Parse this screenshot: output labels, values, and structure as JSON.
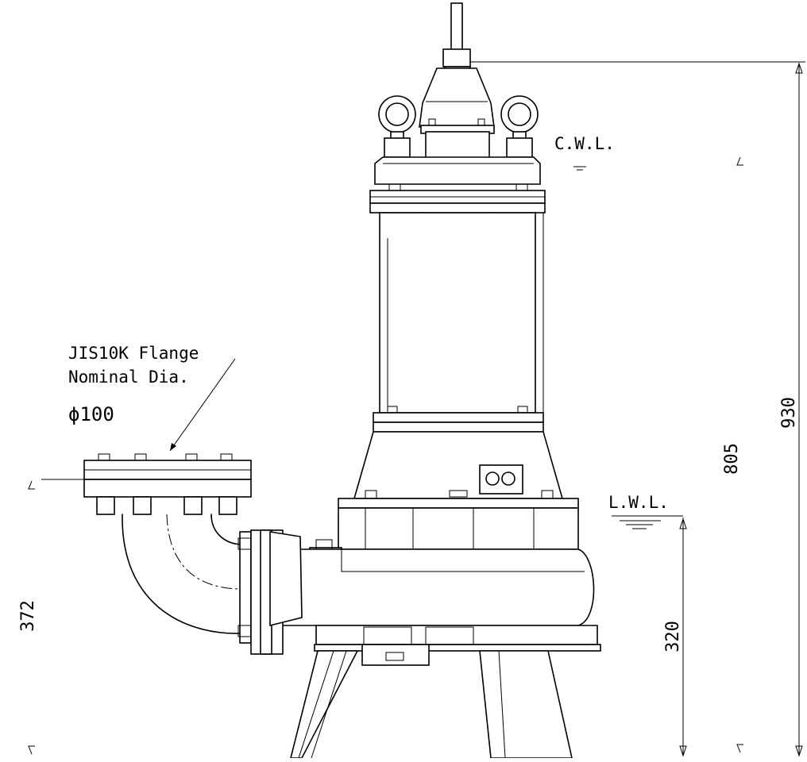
{
  "flange_note": {
    "line1": "JIS10K Flange",
    "line2": "Nominal Dia.",
    "line3": "ϕ100"
  },
  "water_levels": {
    "cwl": "C.W.L.",
    "lwl": "L.W.L."
  },
  "dimensions": {
    "overall_height": "930",
    "cwl_height": "805",
    "lwl_height": "320",
    "outlet_height": "372"
  }
}
